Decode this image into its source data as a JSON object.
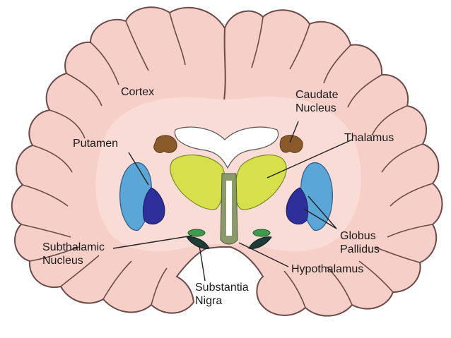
{
  "labels": {
    "cortex": "Cortex",
    "caudate": [
      "Caudate",
      "Nucleus"
    ],
    "putamen": "Putamen",
    "thalamus": "Thalamus",
    "globus": [
      "Globus",
      "Pallidus"
    ],
    "subthalamic": [
      "Subthalamic",
      "Nucleus"
    ],
    "hypothalamus": "Hypothalamus",
    "nigra": [
      "Substantia",
      "Nigra"
    ]
  },
  "colors": {
    "cortex_fill": "#f6cfc8",
    "cortex_stroke": "#6b4a48",
    "caudate": "#8a5a2b",
    "ventricle": "#ffffff",
    "thalamus": "#d6e04a",
    "putamen": "#5aa6d6",
    "globus_pallidus": "#2e2f9a",
    "subthalamic": "#3f9a4f",
    "substantia_nigra": "#1f3b37",
    "midline": "#8a9a6a",
    "leader_line": "#222222"
  }
}
